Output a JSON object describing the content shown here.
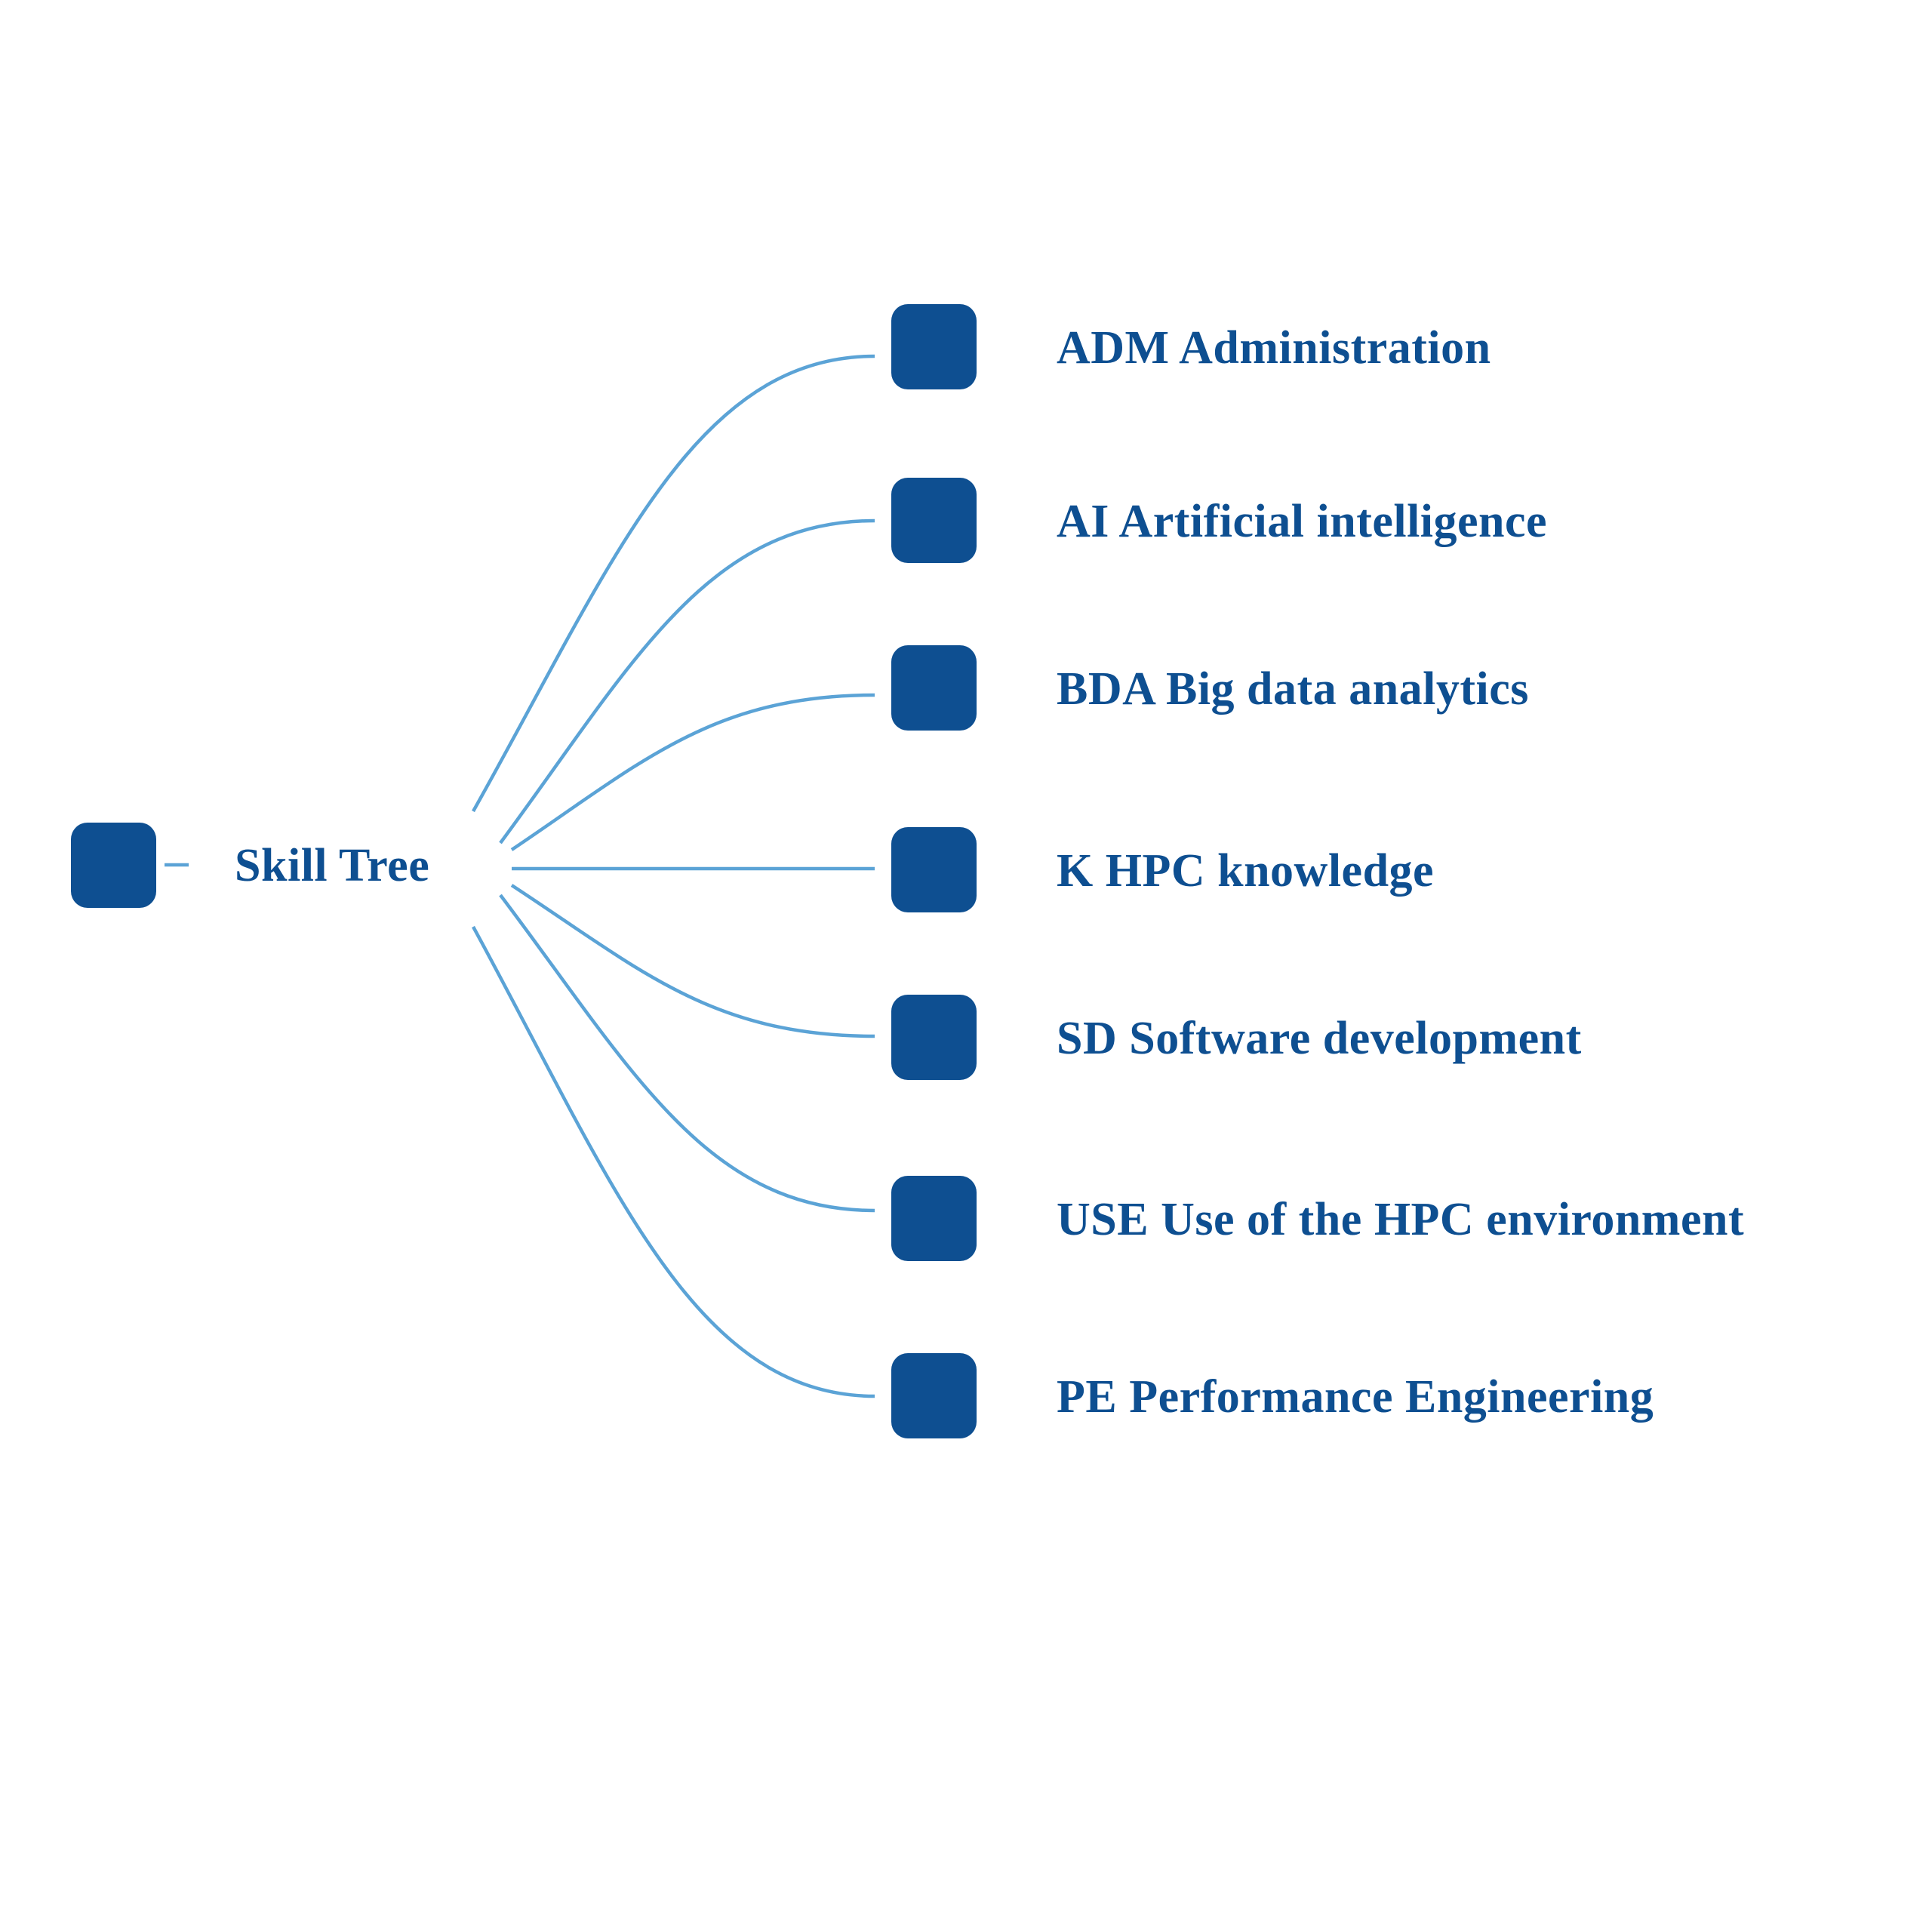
{
  "diagram": {
    "type": "tree",
    "colors": {
      "node": "#0E4F91",
      "edge": "#5BA3D6",
      "text": "#0E4F91",
      "background": "#FFFFFF"
    },
    "root": {
      "id": "root",
      "label": "Skill Tree"
    },
    "children": [
      {
        "id": "ADM",
        "label": "ADM Administration"
      },
      {
        "id": "AI",
        "label": "AI Artificial intelligence"
      },
      {
        "id": "BDA",
        "label": "BDA Big data analytics"
      },
      {
        "id": "K",
        "label": "K HPC knowledge"
      },
      {
        "id": "SD",
        "label": "SD Software development"
      },
      {
        "id": "USE",
        "label": "USE Use of the HPC environment"
      },
      {
        "id": "PE",
        "label": "PE Performance Engineering"
      }
    ]
  }
}
